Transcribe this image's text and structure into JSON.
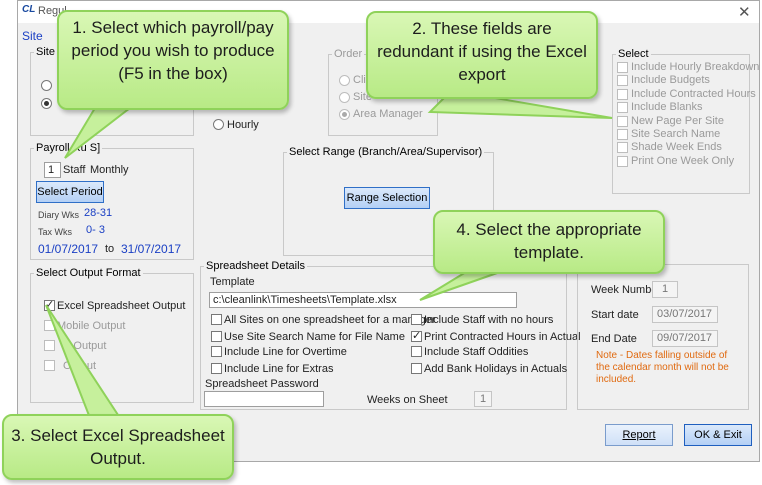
{
  "window": {
    "title": "Regul",
    "logo": "CL"
  },
  "site_group": {
    "label": "Site",
    "truncated_label": "Site"
  },
  "order_group": {
    "label": "Order",
    "options": [
      "Clie",
      "Site",
      "Area Manager"
    ]
  },
  "hourly_option": "Hourly",
  "payroll": {
    "label": "Payroll Ru S]",
    "period_value": "1",
    "staff_label": "Staff",
    "frequency": "Monthly",
    "select_period_btn": "Select Period",
    "diary_wks_label": "Diary Wks",
    "diary_wks_value": "28-31",
    "tax_wks_label": "Tax Wks",
    "tax_wks_value": "0- 3",
    "date_from": "01/07/2017",
    "to_label": "to",
    "date_to": "31/07/2017"
  },
  "select_range": {
    "label": "Select Range (Branch/Area/Supervisor)",
    "button": "Range Selection"
  },
  "select_group": {
    "label": "Select",
    "items": [
      "Include Hourly Breakdown",
      "Include Budgets",
      "Include Contracted Hours",
      "Include Blanks",
      "New Page Per Site",
      "Site Search Name",
      "Shade Week Ends",
      "Print One Week Only"
    ]
  },
  "output_format": {
    "label": "Select Output Format",
    "items": [
      "Excel Spreadsheet Output",
      "Mobile Output",
      "V Output",
      "Output",
      "..."
    ]
  },
  "spreadsheet": {
    "label": "Spreadsheet Details",
    "template_label": "Template",
    "template_value": "c:\\cleanlink\\Timesheets\\Template.xlsx",
    "options_left": [
      "All Sites on one spreadsheet for a manager",
      "Use Site Search Name for File Name",
      "Include Line for Overtime",
      "Include Line for Extras"
    ],
    "options_right": [
      "Include Staff with no hours",
      "Print Contracted Hours in Actual",
      "Include Staff Oddities",
      "Add Bank Holidays in Actuals"
    ],
    "password_label": "Spreadsheet Password",
    "weeks_label": "Weeks on Sheet",
    "weeks_value": "1"
  },
  "dates_panel": {
    "week_number_label": "Week Number",
    "week_number_value": "1",
    "start_label": "Start date",
    "start_value": "03/07/2017",
    "end_label": "End Date",
    "end_value": "09/07/2017",
    "note": "Note - Dates falling outside of the calendar month will not be included."
  },
  "buttons": {
    "report": "Report",
    "ok_exit": "OK & Exit"
  },
  "callouts": {
    "c1": "1. Select which payroll/pay period you wish to produce (F5 in the box)",
    "c2": "2. These fields are redundant if using the Excel export",
    "c3": "3. Select Excel Spreadsheet Output.",
    "c4": "4. Select the appropriate template."
  }
}
